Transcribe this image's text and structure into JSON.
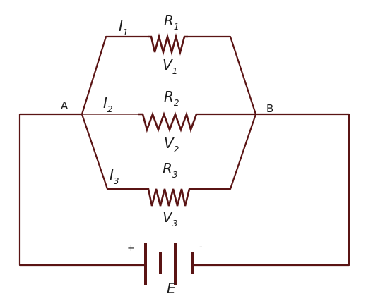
{
  "branches": [
    {
      "current": "I",
      "current_sub": "1",
      "resistor": "R",
      "resistor_sub": "1",
      "voltage": "V",
      "voltage_sub": "1"
    },
    {
      "current": "I",
      "current_sub": "2",
      "resistor": "R",
      "resistor_sub": "2",
      "voltage": "V",
      "voltage_sub": "2"
    },
    {
      "current": "I",
      "current_sub": "3",
      "resistor": "R",
      "resistor_sub": "3",
      "voltage": "V",
      "voltage_sub": "3"
    }
  ],
  "nodes": {
    "left": "A",
    "right": "B"
  },
  "battery": {
    "label": "E",
    "plus": "+",
    "minus": "-"
  },
  "colors": {
    "wire": "#5a1414",
    "text": "#1c1c1c"
  }
}
